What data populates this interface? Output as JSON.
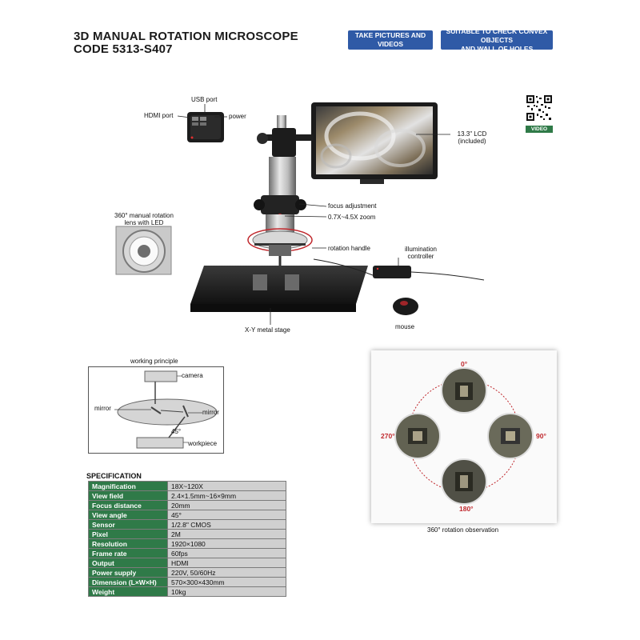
{
  "header": {
    "title_line1": "3D MANUAL ROTATION MICROSCOPE",
    "title_line2": "CODE 5313-S407",
    "badge_left": "TAKE PICTURES AND VIDEOS",
    "badge_right_line1": "SUITABLE TO CHECK CONVEX OBJECTS",
    "badge_right_line2": "AND WALL OF HOLES",
    "qr_label": "VIDEO"
  },
  "product_labels": {
    "usb_port": "USB port",
    "hdmi_port": "HDMI port",
    "power": "power",
    "lcd_line1": "13.3\" LCD",
    "lcd_line2": "(included)",
    "focus_adjustment": "focus adjustment",
    "zoom": "0.7X~4.5X zoom",
    "lens_line1": "360° manual rotation",
    "lens_line2": "lens with LED",
    "rotation_handle": "rotation handle",
    "illumination_line1": "illumination",
    "illumination_line2": "controller",
    "stage": "X-Y metal stage",
    "mouse": "mouse"
  },
  "working_principle": {
    "title": "working principle",
    "camera": "camera",
    "mirror_left": "mirror",
    "mirror_right": "mirror",
    "angle": "45°",
    "workpiece": "workpiece"
  },
  "rotation": {
    "angle_top": "0°",
    "angle_right": "90°",
    "angle_bottom": "180°",
    "angle_left": "270°",
    "caption": "360° rotation observation"
  },
  "spec": {
    "title": "SPECIFICATION",
    "rows": [
      {
        "key": "Magnification",
        "value": "18X~120X"
      },
      {
        "key": "View field",
        "value": "2.4×1.5mm~16×9mm"
      },
      {
        "key": "Focus distance",
        "value": "20mm"
      },
      {
        "key": "View angle",
        "value": "45°"
      },
      {
        "key": "Sensor",
        "value": "1/2.8\" CMOS"
      },
      {
        "key": "Pixel",
        "value": "2M"
      },
      {
        "key": "Resolution",
        "value": "1920×1080"
      },
      {
        "key": "Frame rate",
        "value": "60fps"
      },
      {
        "key": "Output",
        "value": "HDMI"
      },
      {
        "key": "Power supply",
        "value": "220V, 50/60Hz"
      },
      {
        "key": "Dimension (L×W×H)",
        "value": "570×300×430mm"
      },
      {
        "key": "Weight",
        "value": "10kg"
      }
    ]
  },
  "colors": {
    "badge_blue": "#2f5aa6",
    "spec_green": "#2f7a48",
    "angle_red": "#c0282d"
  }
}
